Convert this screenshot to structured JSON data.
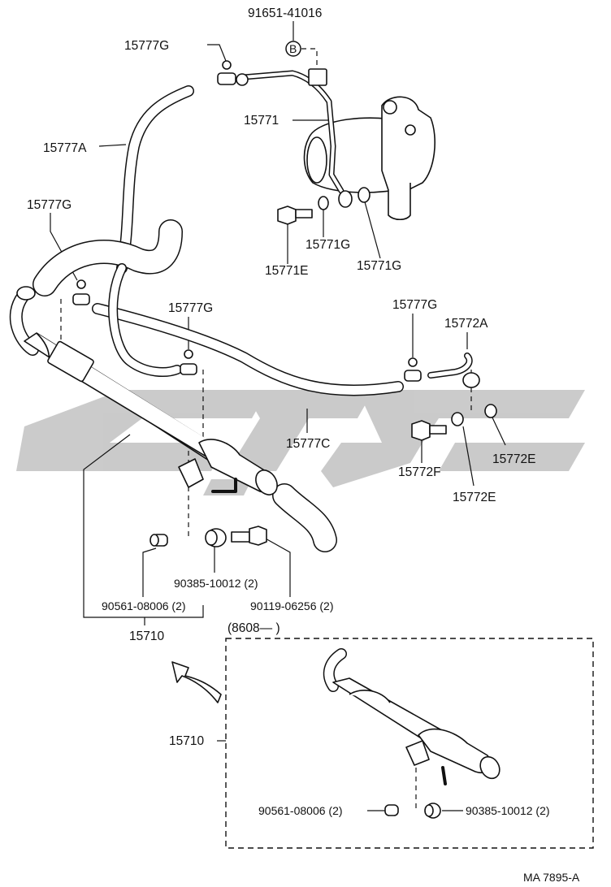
{
  "watermark_color": "#c8c8c8",
  "labels": {
    "top_bolt": "91651-41016",
    "circle_b": "B",
    "clamp_g_top": "15777G",
    "pump": "15771",
    "hose_a": "15777A",
    "clamp_g_left": "15777G",
    "bolt_e": "15771E",
    "washer_g_1": "15771G",
    "washer_g_2": "15771G",
    "clamp_g_mid": "15777G",
    "clamp_g_right": "15777G",
    "pipe_a": "15772A",
    "hose_c": "15777C",
    "bolt_f": "15772F",
    "washer_e_1": "15772E",
    "washer_e_2": "15772E",
    "grommet_collar": "90385-10012 (2)",
    "bushing": "90561-08006 (2)",
    "bolt": "90119-06256 (2)",
    "cooler": "15710",
    "inset_date": "(8608—        )",
    "inset_cooler": "15710",
    "inset_bushing": "90561-08006 (2)",
    "inset_collar": "90385-10012 (2)",
    "diagram_code": "MA  7895-A"
  }
}
